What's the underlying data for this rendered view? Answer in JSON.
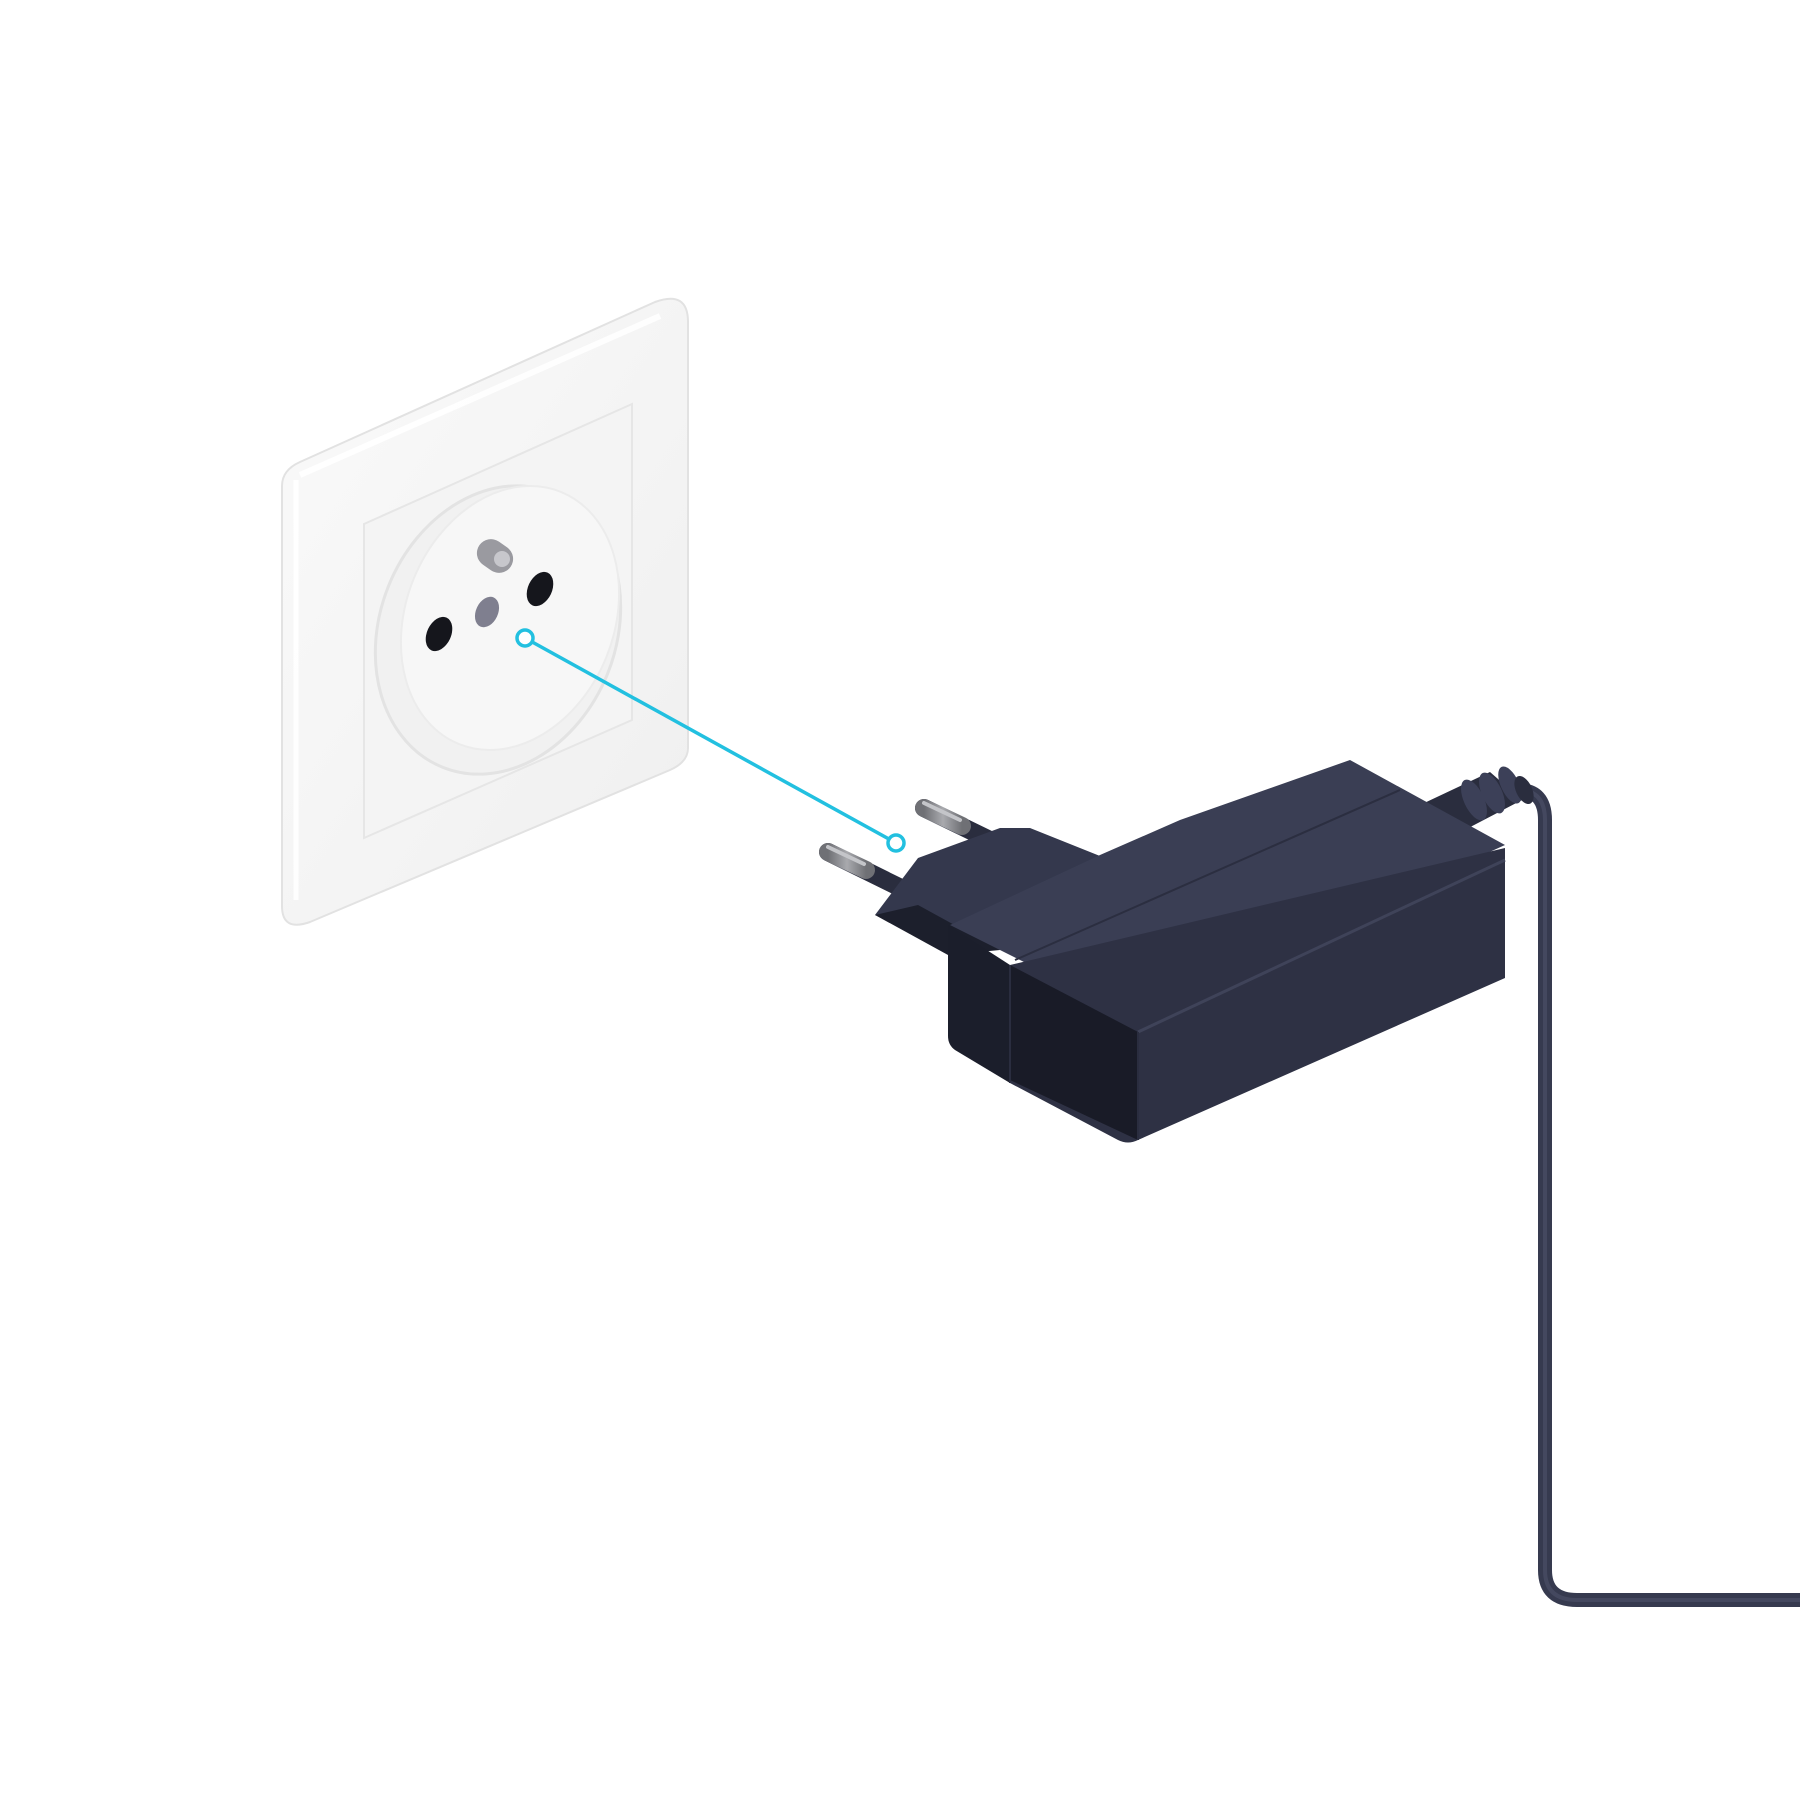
{
  "scene": {
    "outlet": "wall-socket",
    "device": "power-adapter",
    "connector": "connection-guide-line"
  },
  "colors": {
    "background": "#ffffff",
    "outlet_frame": "#f6f6f6",
    "outlet_edge": "#e4e4e4",
    "adapter_front": "#3a3e54",
    "adapter_side": "#1b1e2b",
    "adapter_dark": "#2e3144",
    "prong_metal": "#8d8e93",
    "cable": "#3c3f55",
    "guide_line": "#22c0e0"
  }
}
